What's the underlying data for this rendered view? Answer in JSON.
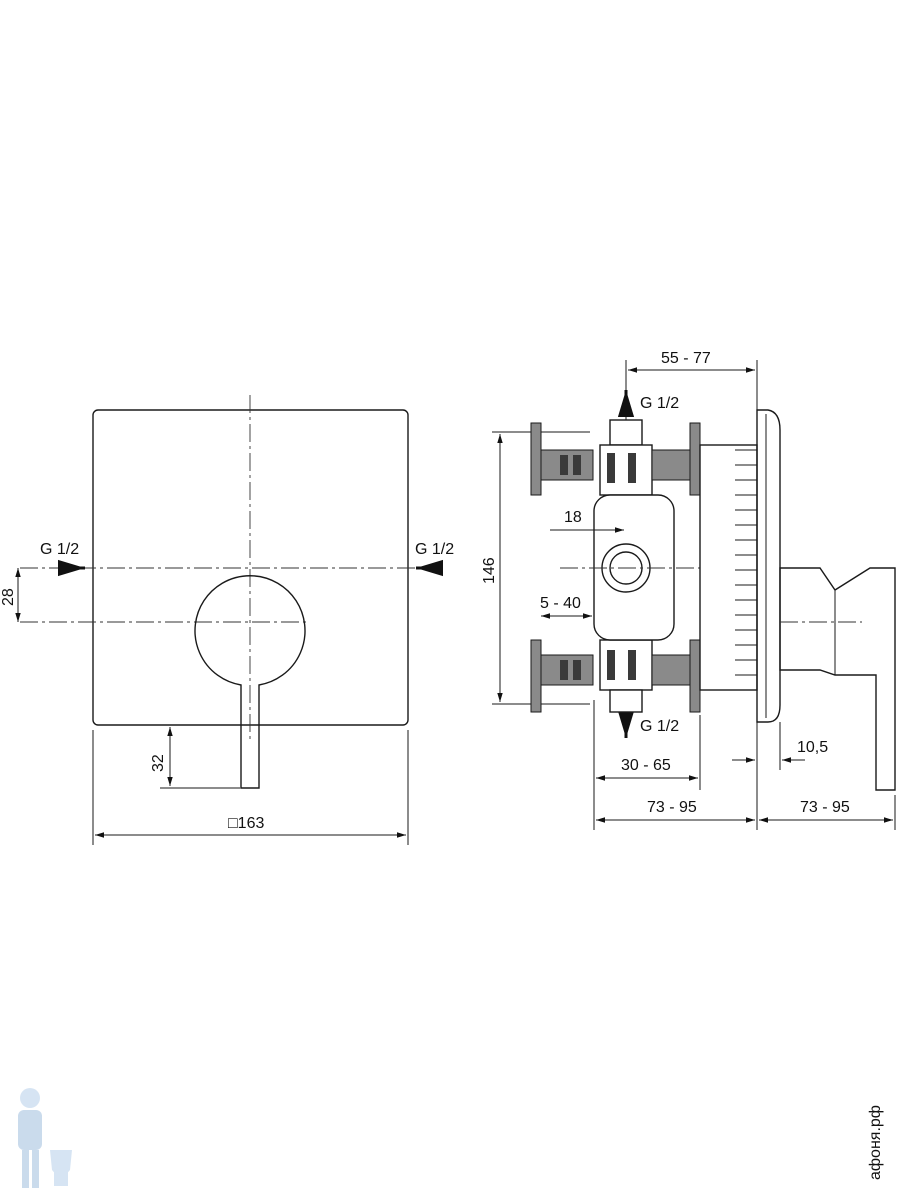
{
  "front_view": {
    "inlet_left_label": "G 1/2",
    "inlet_right_label": "G 1/2",
    "dim_vertical_offset": "28",
    "dim_lever_length": "32",
    "dim_plate_size": "□163"
  },
  "side_view": {
    "dim_depth_range": "55 - 77",
    "outlet_top_label": "G 1/2",
    "outlet_bottom_label": "G 1/2",
    "dim_height": "146",
    "dim_port": "18",
    "dim_adjust": "5 - 40",
    "dim_body_range": "30 - 65",
    "dim_plate_thickness": "10,5",
    "dim_install_left": "73 - 95",
    "dim_install_right": "73 - 95"
  },
  "watermark": {
    "site_text": "афоня.рф",
    "logo_icon": "plumber-mascot-icon"
  },
  "colors": {
    "line": "#1a1a1a",
    "fill_gray": "#8a8a8a",
    "watermark": "#b9cfe6"
  }
}
